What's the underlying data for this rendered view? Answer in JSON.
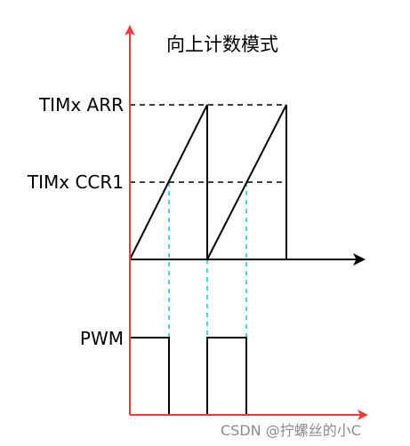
{
  "title": "向上计数模式",
  "labels": {
    "arr": "TIMx ARR",
    "ccr1": "TIMx CCR1",
    "pwm": "PWM"
  },
  "watermark": "CSDN @拧螺丝的小C",
  "colors": {
    "axis_red": "#ee3a3a",
    "guide_cyan": "#19c4d6",
    "line_black": "#000000"
  }
}
